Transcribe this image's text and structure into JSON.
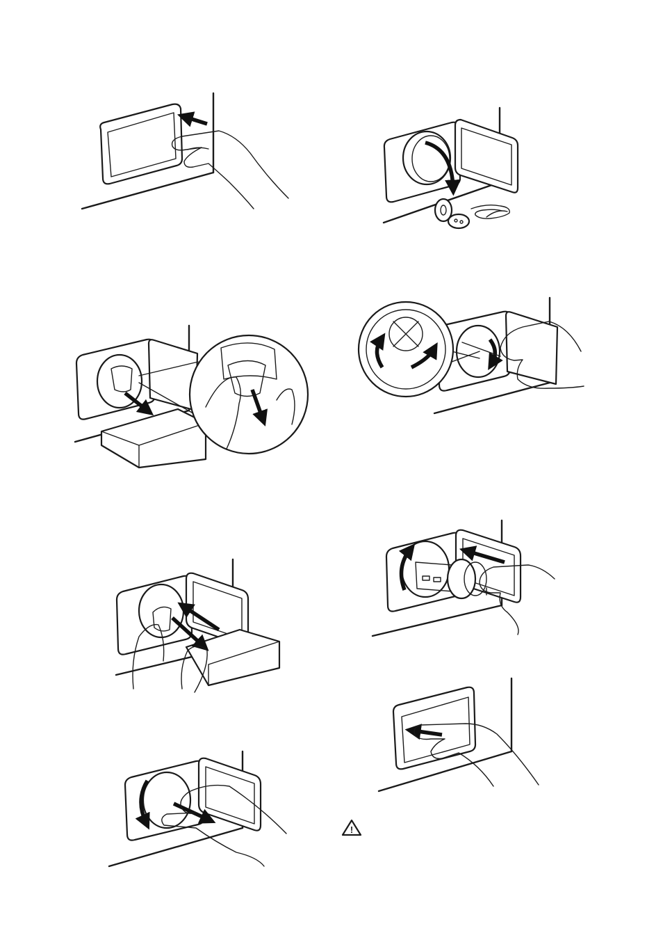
{
  "page": {
    "background": "#ffffff",
    "ink": "#1a1a1a"
  },
  "figures": [
    {
      "id": "open-flap",
      "icon": "open-service-flap"
    },
    {
      "id": "remove-debris",
      "icon": "debris-falling-out"
    },
    {
      "id": "drain-water",
      "icon": "drain-into-container"
    },
    {
      "id": "clean-impeller",
      "icon": "rotate-impeller"
    },
    {
      "id": "close-emergency-drain",
      "icon": "push-drain-hose-back"
    },
    {
      "id": "insert-filter",
      "icon": "screw-filter-in"
    },
    {
      "id": "unscrew-filter",
      "icon": "pull-filter-out"
    },
    {
      "id": "close-flap",
      "icon": "close-service-flap"
    }
  ],
  "warning": {
    "icon": "warning-triangle-icon",
    "glyph": "!"
  }
}
